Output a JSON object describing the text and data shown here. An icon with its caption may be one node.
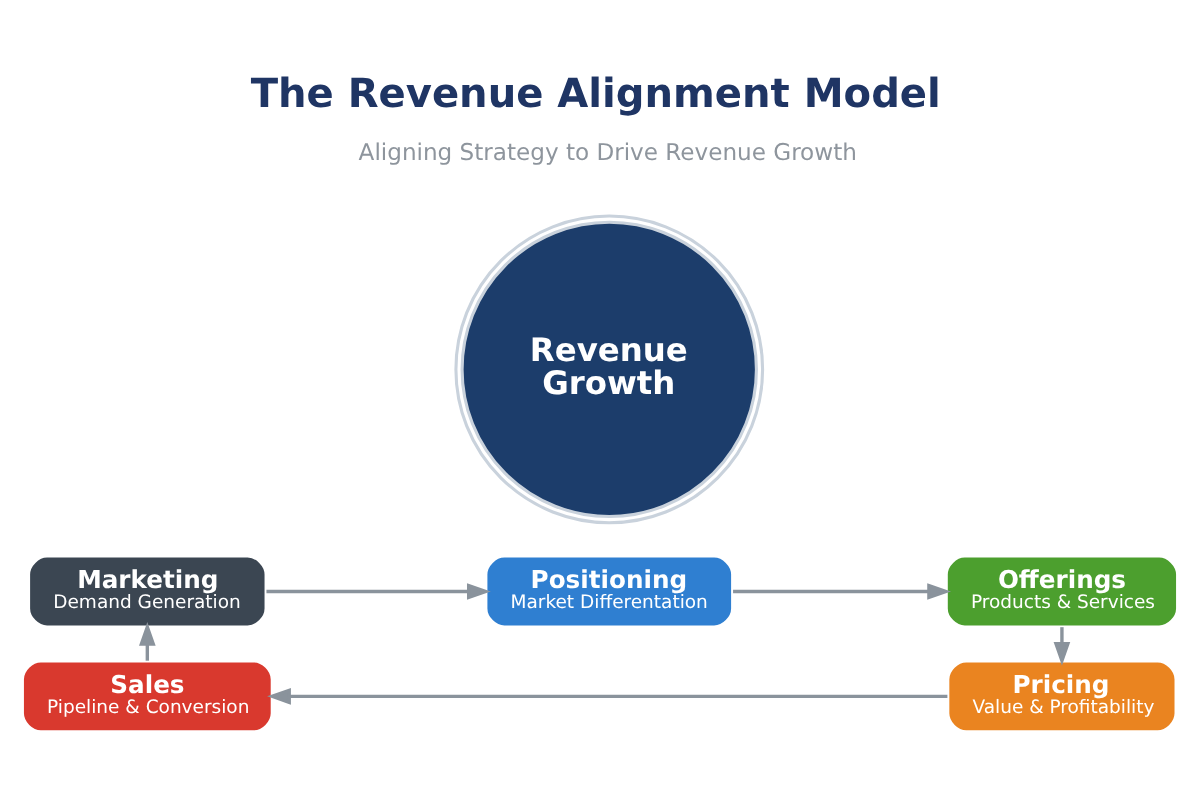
{
  "diagram": {
    "title": "The Revenue Alignment Model",
    "nodes": [
      {
        "text": [
          "Positioning",
          "Market Differentation"
        ]
      },
      {
        "text": [
          "Marketing",
          "Demand Generation"
        ]
      },
      {
        "text": [
          "Revenue Growth"
        ]
      },
      {
        "text": [
          "Offerings",
          "Products & Services"
        ]
      },
      {
        "text": [
          "Sales",
          "Pipeline & Conversion"
        ]
      },
      {
        "text": [
          "Pricing",
          "Value & Profitability"
        ]
      }
    ],
    "edges": [
      {
        "from": 0,
        "to": 3,
        "arrow": "to"
      },
      {
        "from": 3,
        "to": 5,
        "arrow": "to"
      },
      {
        "from": 5,
        "to": 4,
        "arrow": "to"
      },
      {
        "from": 4,
        "to": 1,
        "arrow": "to"
      },
      {
        "from": 1,
        "to": 0,
        "arrow": "to"
      }
    ],
    "labels": [
      "Aligning Strategy to Drive Revenue Growth"
    ]
  }
}
